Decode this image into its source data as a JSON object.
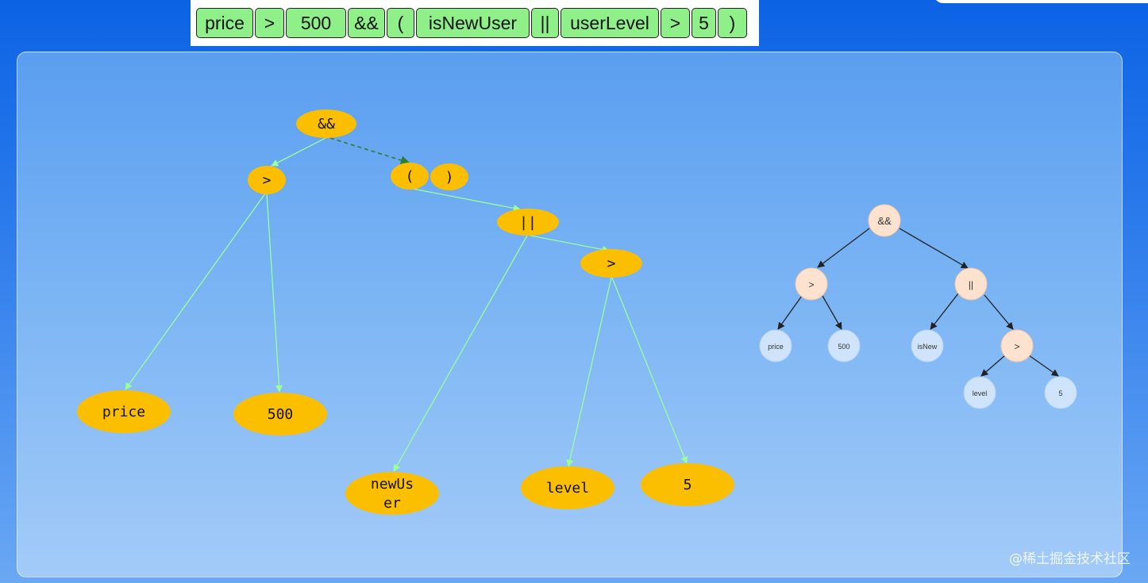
{
  "tokens": [
    {
      "label": "price"
    },
    {
      "label": ">"
    },
    {
      "label": "500"
    },
    {
      "label": "&&"
    },
    {
      "label": "("
    },
    {
      "label": "isNewUser"
    },
    {
      "label": "||"
    },
    {
      "label": "userLevel"
    },
    {
      "label": ">"
    },
    {
      "label": "5"
    },
    {
      "label": ")"
    }
  ],
  "pointer": {
    "icon": "up-arrow-icon",
    "color": "#e8120e"
  },
  "left_tree": {
    "nodes": {
      "and": "&&",
      "gt1": ">",
      "paren_open": "(",
      "paren_close": ")",
      "or": "||",
      "gt2": ">",
      "price": "price",
      "n500": "500",
      "newuser_line1": "newUs",
      "newuser_line2": "er",
      "level": "level",
      "five": "5"
    },
    "node_color": "#fcbf00",
    "edge_color": "#9aff9a",
    "dashed_edge_color": "#2f7d32"
  },
  "right_tree": {
    "nodes": {
      "and": "&&",
      "gt1": ">",
      "or": "||",
      "price": "price",
      "n500": "500",
      "isnew": "isNew",
      "gt2": ">",
      "level": "level",
      "five": "5"
    },
    "operator_color": "#fde2cf",
    "leaf_color": "#cfe3fb",
    "edge_color": "#222222"
  },
  "watermark": "@稀土掘金技术社区"
}
